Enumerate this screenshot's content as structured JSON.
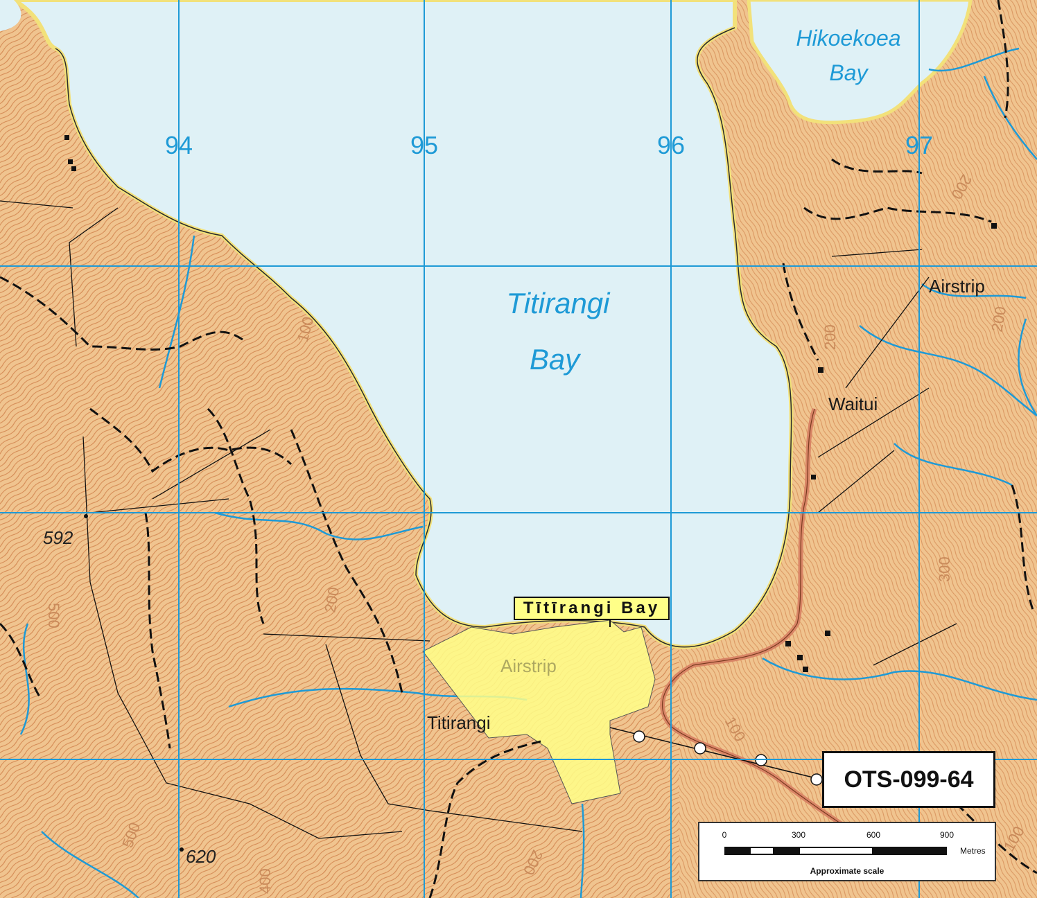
{
  "colors": {
    "water": "#dff1f6",
    "land": "#f0c48f",
    "contour": "#c9743f",
    "grid": "#1e9ad6",
    "coast": "#f2e17a",
    "highlight": "#ffff88",
    "stream": "#1e9ad6",
    "track": "#111111",
    "road": "#d98566"
  },
  "water_labels": {
    "main_bay_line1": "Titirangi",
    "main_bay_line2": "Bay",
    "north_bay_line1": "Hikoekoea",
    "north_bay_line2": "Bay"
  },
  "grid_labels": [
    "94",
    "95",
    "96",
    "97"
  ],
  "places": {
    "airstrip_east": "Airstrip",
    "airstrip_south": "Airstrip",
    "settlement_east": "Waitui",
    "settlement_south": "Titirangi"
  },
  "spot_heights": {
    "west": "592",
    "southwest": "620"
  },
  "contour_labels": [
    "100",
    "200",
    "300",
    "500",
    "200",
    "100",
    "200",
    "500",
    "400",
    "200",
    "100",
    "200"
  ],
  "callout_label": "Tītīrangi Bay",
  "map_id": "OTS-099-64",
  "scale": {
    "ticks": [
      "0",
      "300",
      "600",
      "900"
    ],
    "unit": "Metres",
    "caption": "Approximate scale"
  }
}
